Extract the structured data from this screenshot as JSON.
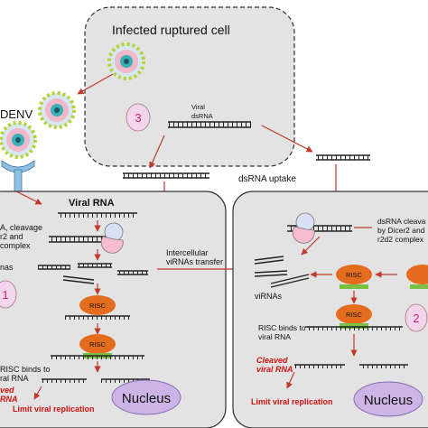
{
  "cell_top": {
    "title": "Infected ruptured cell",
    "badge": "3",
    "dsrna_label_1": "Viral",
    "dsrna_label_2": "dsRNA"
  },
  "denv_label": "DENV",
  "dsrna_uptake": "dsRNA uptake",
  "left_cell": {
    "viral_rna": "Viral RNA",
    "cleavage_1": "A, cleavage",
    "cleavage_2": "r2 and",
    "cleavage_3": "complex",
    "virnas": "nas",
    "badge": "1",
    "risc_1": "RISC",
    "risc_2": "RISC",
    "risc_binds_1": "RISC binds to",
    "risc_binds_2": "ral RNA",
    "cleaved_1": "ved",
    "cleaved_2": "RNA",
    "limit": "Limit viral replication",
    "nucleus": "Nucleus"
  },
  "intercellular_1": "Intercellular",
  "intercellular_2": "viRNAs transfer",
  "right_cell": {
    "cleavage_1": "dsRNA cleava",
    "cleavage_2": "by Dicer2 and",
    "cleavage_3": "r2d2 complex",
    "virnas": "viRNAs",
    "badge": "2",
    "risc_1": "RISC",
    "risc_2": "RISC",
    "risc_binds_1": "RISC binds to",
    "risc_binds_2": "viral RNA",
    "cleaved_1": "Cleaved",
    "cleaved_2": "viral RNA",
    "limit": "Limit viral replication",
    "nucleus": "Nucleus"
  },
  "colors": {
    "risc": "#e46c1e",
    "badge_fill": "#f3d6ee",
    "badge_text": "#d02060",
    "nucleus": "#cdb4e6",
    "cell_fill": "#e3e3e3",
    "arrow": "#c0392b",
    "virus_spike": "#b5d334",
    "receptor": "#8fc2e0"
  }
}
